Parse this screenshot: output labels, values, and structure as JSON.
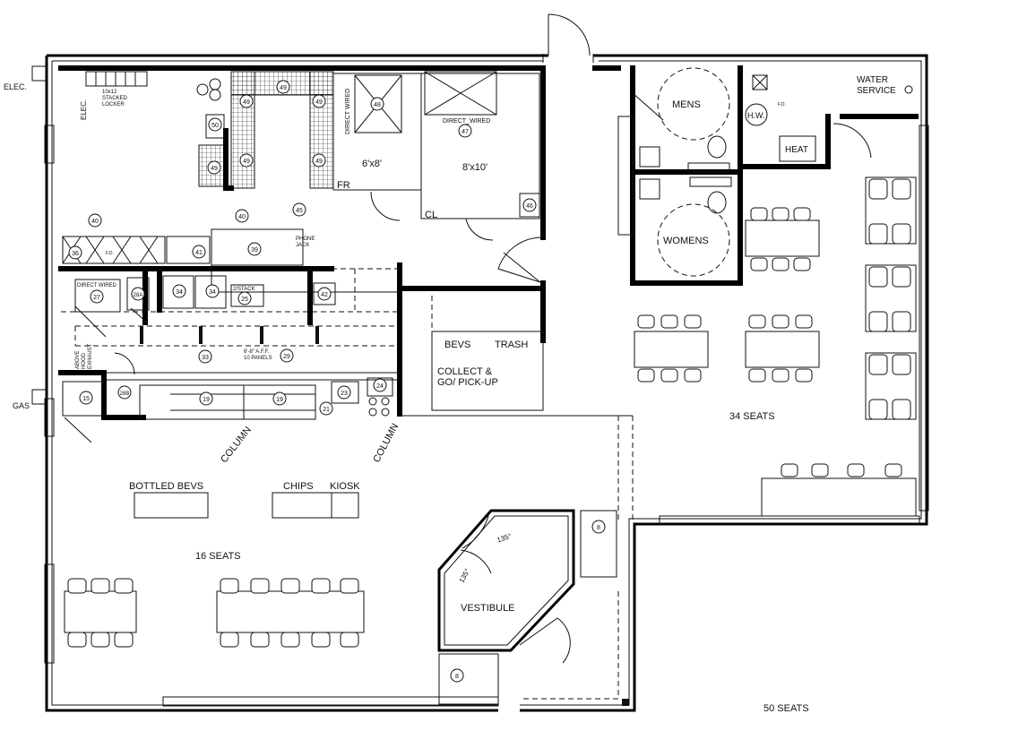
{
  "labels": {
    "elec_side": "ELEC.",
    "gas_side": "GAS",
    "elec_box": "ELEC.",
    "locker": "10x12\nSTACKED\nLOCKER",
    "direct_wired_48": "DIRECT WIRED",
    "direct_wired_47": "DIRECT_WIRED",
    "freezer_size": "6'x8'",
    "cooler_size": "8'x10'",
    "fr": "FR",
    "cl": "CL",
    "mens": "MENS",
    "womens": "WOMENS",
    "hw": "H.W.",
    "heat": "HEAT",
    "water_service": "WATER\nSERVICE",
    "fd1": "F.D.",
    "fd2": "F.D.",
    "phone_jack": "PHONE\nJACK",
    "direct_wired_27": "DIRECT WIRED",
    "stack_25": "2/STACK",
    "panels": "6'-8\" A.F.F.\n10 PANELS",
    "hood_exhaust": "ABOVE\nHOOD\nEXHAUST",
    "bevs": "BEVS",
    "trash": "TRASH",
    "collect": "COLLECT &\nGO/ PICK-UP",
    "seats_34": "34 SEATS",
    "column1": "COLUMN",
    "column2": "COLUMN",
    "bottled_bevs": "BOTTLED BEVS",
    "chips": "CHIPS",
    "kiosk": "KIOSK",
    "seats_16": "16 SEATS",
    "vestibule": "VESTIBULE",
    "angle1": "135°",
    "angle2": "135°",
    "seats_50": "50 SEATS"
  },
  "tags": {
    "t49a": "49",
    "t49b": "49",
    "t49c": "49",
    "t49d": "49",
    "t49e": "49",
    "t49f": "49",
    "t50": "50",
    "t48": "48",
    "t47": "47",
    "t46": "46",
    "t40a": "40",
    "t40b": "40",
    "t45": "45",
    "t39": "39",
    "t36": "36",
    "t41": "41",
    "t27": "27",
    "t28a": "28A",
    "t34a": "34",
    "t34b": "34",
    "t25": "25",
    "t42": "42",
    "t33": "33",
    "t29": "29",
    "t15": "15",
    "t28b": "28B",
    "t19a": "19",
    "t19b": "19",
    "t23": "23",
    "t24": "24",
    "t21": "21",
    "t8a": "8",
    "t8b": "8"
  }
}
